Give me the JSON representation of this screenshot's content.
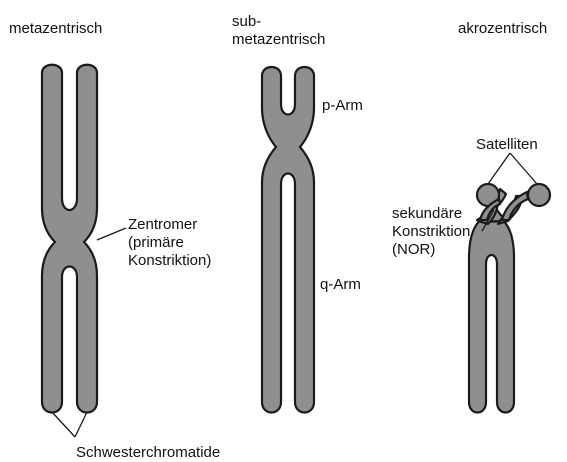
{
  "titles": {
    "metacentric": "metazentrisch",
    "submetacentric_line1": "sub-",
    "submetacentric_line2": "metazentrisch",
    "acrocentric": "akrozentrisch"
  },
  "labels": {
    "centromere_line1": "Zentromer",
    "centromere_line2": "(primäre",
    "centromere_line3": "Konstriktion)",
    "p_arm": "p-Arm",
    "q_arm": "q-Arm",
    "satellites": "Satelliten",
    "nor_line1": "sekundäre",
    "nor_line2": "Konstriktion",
    "nor_line3": "(NOR)",
    "sister_chromatids": "Schwesterchromatide"
  },
  "colors": {
    "chromosome_fill": "#8f8f8f",
    "outline": "#1a1a1a",
    "text": "#111111"
  }
}
